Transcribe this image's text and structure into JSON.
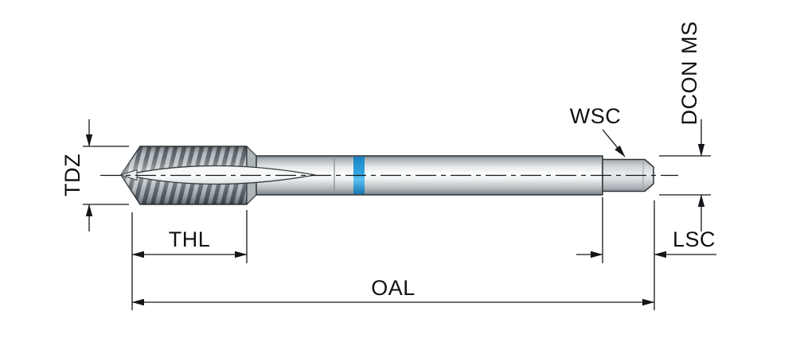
{
  "drawing": {
    "labels": {
      "tdz": "TDZ",
      "thl": "THL",
      "oal": "OAL",
      "wsc": "WSC",
      "dcon_ms": "DCON MS",
      "lsc": "LSC"
    },
    "colors": {
      "ring_blue": "#2fa7e1",
      "line_color": "#14161a",
      "background": "#ffffff"
    }
  }
}
